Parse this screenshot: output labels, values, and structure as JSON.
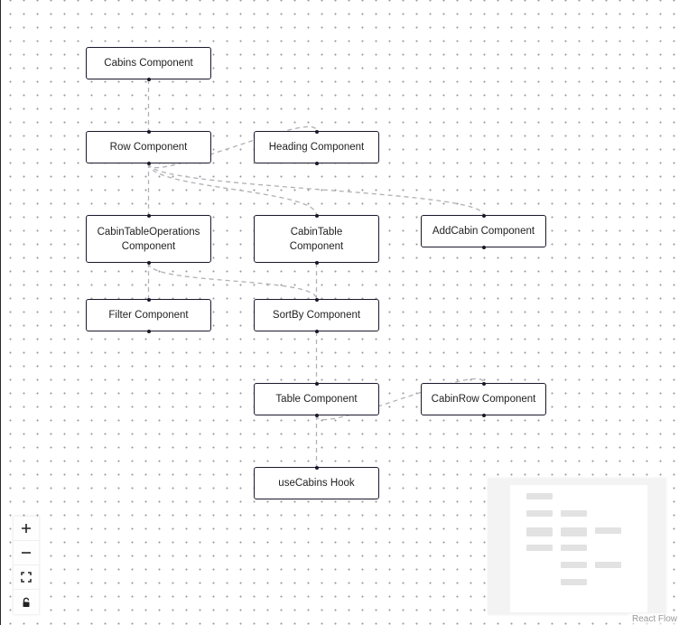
{
  "nodes": [
    {
      "id": "cabins",
      "label": "Cabins Component"
    },
    {
      "id": "row",
      "label": "Row Component"
    },
    {
      "id": "heading",
      "label": "Heading Component"
    },
    {
      "id": "cabinTableOperations",
      "label": "CabinTableOperations Component"
    },
    {
      "id": "cabinTable",
      "label": "CabinTable Component"
    },
    {
      "id": "addCabin",
      "label": "AddCabin Component"
    },
    {
      "id": "filter",
      "label": "Filter Component"
    },
    {
      "id": "sortBy",
      "label": "SortBy Component"
    },
    {
      "id": "table",
      "label": "Table Component"
    },
    {
      "id": "cabinRow",
      "label": "CabinRow Component"
    },
    {
      "id": "useCabins",
      "label": "useCabins Hook"
    }
  ],
  "edges": [
    {
      "from": "cabins",
      "to": "row"
    },
    {
      "from": "row",
      "to": "heading"
    },
    {
      "from": "row",
      "to": "cabinTableOperations"
    },
    {
      "from": "row",
      "to": "cabinTable"
    },
    {
      "from": "row",
      "to": "addCabin"
    },
    {
      "from": "cabinTableOperations",
      "to": "filter"
    },
    {
      "from": "cabinTableOperations",
      "to": "sortBy"
    },
    {
      "from": "cabinTable",
      "to": "sortBy"
    },
    {
      "from": "sortBy",
      "to": "table"
    },
    {
      "from": "table",
      "to": "cabinRow"
    },
    {
      "from": "table",
      "to": "useCabins"
    }
  ],
  "controls": {
    "zoom_in": {
      "icon": "plus-icon"
    },
    "zoom_out": {
      "icon": "minus-icon"
    },
    "fit_view": {
      "icon": "fit-view-icon"
    },
    "lock": {
      "icon": "lock-icon"
    }
  },
  "attribution": "React Flow"
}
